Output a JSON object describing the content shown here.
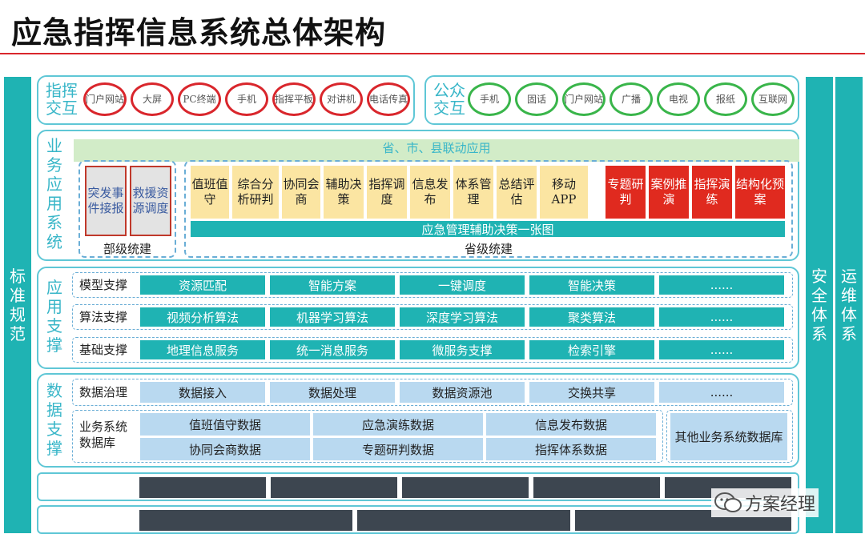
{
  "title": "应急指挥信息系统总体架构",
  "left_bar": "标准规范",
  "right_bars": [
    "安全体系",
    "运维体系"
  ],
  "interaction": {
    "command": {
      "label": "指挥交互",
      "items": [
        "门户网站",
        "大屏",
        "PC终端",
        "手机",
        "指挥平板",
        "对讲机",
        "电话传真"
      ]
    },
    "public": {
      "label": "公众交互",
      "items": [
        "手机",
        "固话",
        "门户网站",
        "广播",
        "电视",
        "报纸",
        "互联网"
      ]
    }
  },
  "business": {
    "label": "业务应用系统",
    "linkage_title": "省、市、县联动应用",
    "ministry": {
      "cells": [
        "突发事件接报",
        "救援资源调度"
      ],
      "caption": "部级统建"
    },
    "province": {
      "yellow": [
        "值班值守",
        "综合分析研判",
        "协同会商",
        "辅助决策",
        "指挥调度",
        "信息发布",
        "体系管理",
        "总结评估",
        "移动APP"
      ],
      "red": [
        "专题研判",
        "案例推演",
        "指挥演练",
        "结构化预案"
      ],
      "bar": "应急管理辅助决策一张图",
      "caption": "省级统建"
    }
  },
  "app_support": {
    "label": "应用支撑",
    "rows": [
      {
        "label": "模型支撑",
        "cells": [
          "资源匹配",
          "智能方案",
          "一键调度",
          "智能决策",
          "......"
        ]
      },
      {
        "label": "算法支撑",
        "cells": [
          "视频分析算法",
          "机器学习算法",
          "深度学习算法",
          "聚类算法",
          "......"
        ]
      },
      {
        "label": "基础支撑",
        "cells": [
          "地理信息服务",
          "统一消息服务",
          "微服务支撑",
          "检索引擎",
          "......"
        ]
      }
    ]
  },
  "data_support": {
    "label": "数据支撑",
    "governance": {
      "label": "数据治理",
      "cells": [
        "数据接入",
        "数据处理",
        "数据资源池",
        "交换共享",
        "......"
      ]
    },
    "database": {
      "label": "业务系统数据库",
      "cells": [
        "值班值守数据",
        "应急演练数据",
        "信息发布数据",
        "协同会商数据",
        "专题研判数据",
        "指挥体系数据"
      ],
      "other": "其他业务系统数据库"
    }
  },
  "watermark": "方案经理",
  "colors": {
    "accent_teal": "#1fb3b3",
    "title_rule_red": "#d9262c",
    "command_circle": "#d9262c",
    "public_circle": "#39b54a",
    "panel_border": "#5fc7d6",
    "yellow_app": "#fbe5a2",
    "red_app": "#e02a1f",
    "data_blue": "#b9d9f0",
    "dark_block": "#3d4650"
  }
}
